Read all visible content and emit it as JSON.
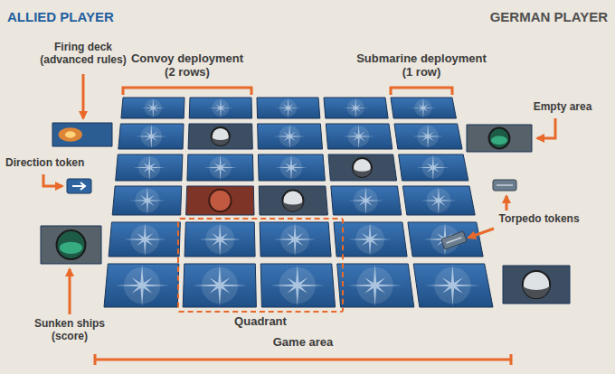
{
  "diagram": {
    "nodes": [
      {
        "text": [
          "Quadrant"
        ]
      }
    ],
    "labels": [
      "ALLIED PLAYER",
      "GERMAN PLAYER",
      "Convoy deployment (2 rows)",
      "Submarine deployment (1 row)",
      "Firing deck (advanced rules)",
      "Direction token",
      "Empty area",
      "Torpedo tokens",
      "Sunken ships (score)",
      "Game area"
    ]
  }
}
